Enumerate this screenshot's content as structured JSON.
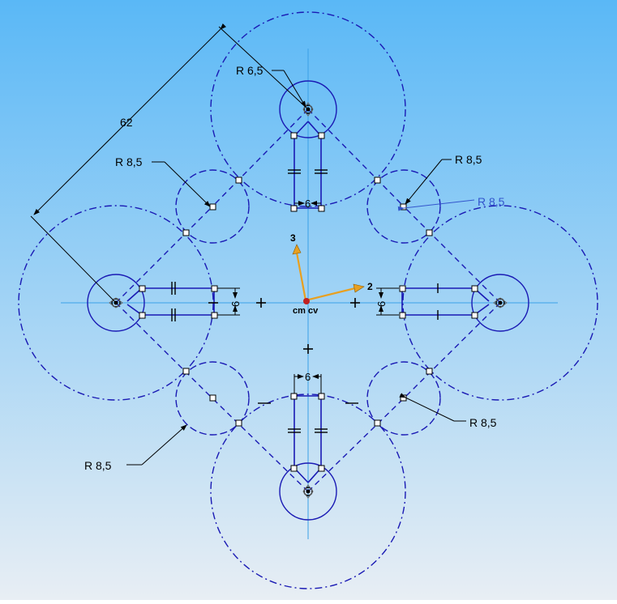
{
  "viewport": {
    "background_top": "#5ab8f6",
    "background_bottom": "#e8eef4"
  },
  "colors": {
    "geometry": "#1a1ab4",
    "centerline": "#3aa0e6",
    "dimension": "#000000",
    "axis_arrow": "#e8a020",
    "highlight_dim": "#3355cc"
  },
  "dimensions": {
    "overall": "62",
    "top_radius": "R 6,5",
    "upper_left_radius": "R 8,5",
    "upper_right_radius_a": "R 8,5",
    "upper_right_radius_b": "R 8,5",
    "lower_right_radius": "R 8,5",
    "lower_left_radius": "R 8,5",
    "slot_width_top": "6",
    "slot_width_bottom": "6",
    "slot_width_left": "6",
    "slot_width_right": "6"
  },
  "axes": {
    "x_label": "2",
    "y_label": "3",
    "origin_label": "cm cv"
  }
}
